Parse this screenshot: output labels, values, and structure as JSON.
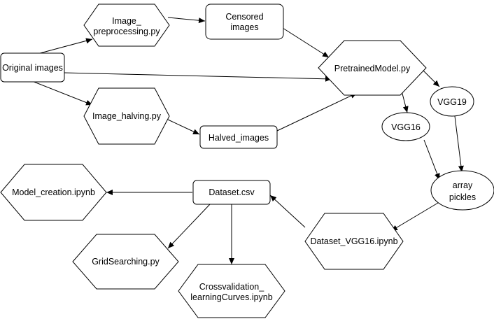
{
  "nodes": {
    "original_images": "Original images",
    "image_preprocessing": [
      "Image_",
      "preprocessing.py"
    ],
    "censored_images": [
      "Censored",
      "images"
    ],
    "pretrained_model": "PretrainedModel.py",
    "image_halving": "Image_halving.py",
    "halved_images": "Halved_images",
    "vgg19": "VGG19",
    "vgg16": "VGG16",
    "array_pickles": [
      "array",
      "pickles"
    ],
    "dataset_vgg16": "Dataset_VGG16.ipynb",
    "dataset_csv": "Dataset.csv",
    "model_creation": "Model_creation.ipynb",
    "grid_searching": "GridSearching.py",
    "crossvalidation": [
      "Crossvalidation_",
      "learningCurves.ipynb"
    ]
  }
}
